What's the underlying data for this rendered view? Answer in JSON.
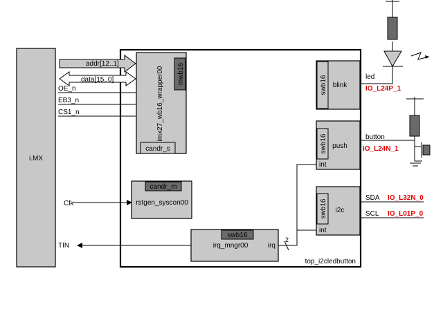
{
  "imx": {
    "label": "i.MX"
  },
  "top": {
    "label": "top_i2cledbutton"
  },
  "buses": {
    "addr": "addr[12..1]",
    "data": "data[15..0]"
  },
  "signals": {
    "oe": "OE_n",
    "eb3": "EB3_n",
    "cs1": "CS1_n",
    "clk": "Clk",
    "tin": "TIN"
  },
  "wrapper": {
    "name": "imx27_wb16_wrapper00",
    "tag": "mwb16",
    "sub": "candr_s"
  },
  "rstgen": {
    "name": "rstgen_syscon00",
    "tag": "candr_m"
  },
  "irq": {
    "name": "irq_mngr00",
    "tag": "swb16",
    "port": "irq",
    "width": "2"
  },
  "blink": {
    "name": "blink",
    "tag": "swb16",
    "out_label": "led",
    "pin": "IO_L24P_1"
  },
  "push": {
    "name": "push",
    "tag": "swb16",
    "int": "int",
    "out_label": "button",
    "pin": "IO_L24N_1"
  },
  "i2c": {
    "name": "i2c",
    "tag": "swb16",
    "int": "int",
    "sda": "SDA",
    "sda_pin": "IO_L32N_0",
    "scl": "SCL",
    "scl_pin": "IO_L01P_0"
  }
}
